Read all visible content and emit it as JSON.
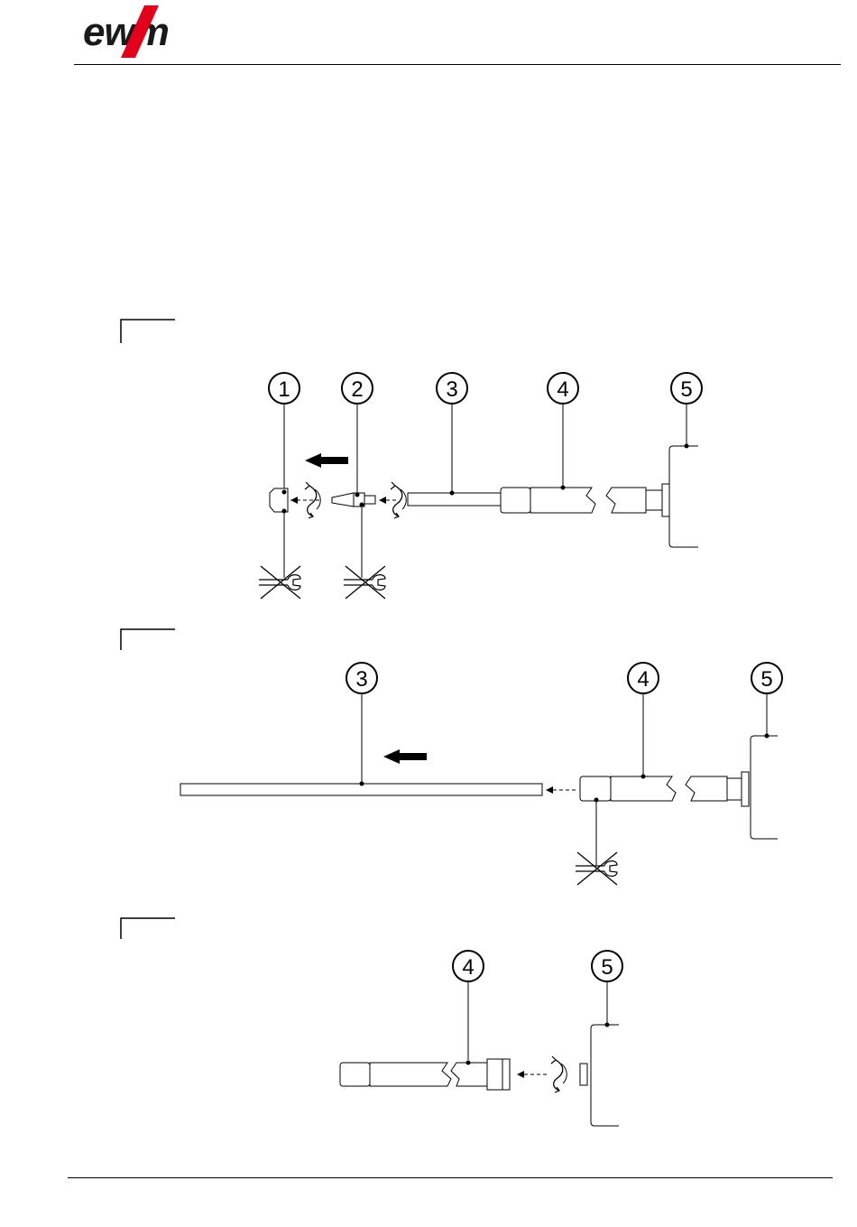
{
  "brand": {
    "name": "ewm",
    "logo_text": "ewm",
    "accent": "#e2001a"
  },
  "figures": [
    {
      "callouts": [
        "1",
        "2",
        "3",
        "4",
        "5"
      ]
    },
    {
      "callouts": [
        "3",
        "4",
        "5"
      ]
    },
    {
      "callouts": [
        "4",
        "5"
      ]
    }
  ],
  "icons": [
    "push-direction-arrow-icon",
    "rotate-icon",
    "no-wrench-icon"
  ]
}
